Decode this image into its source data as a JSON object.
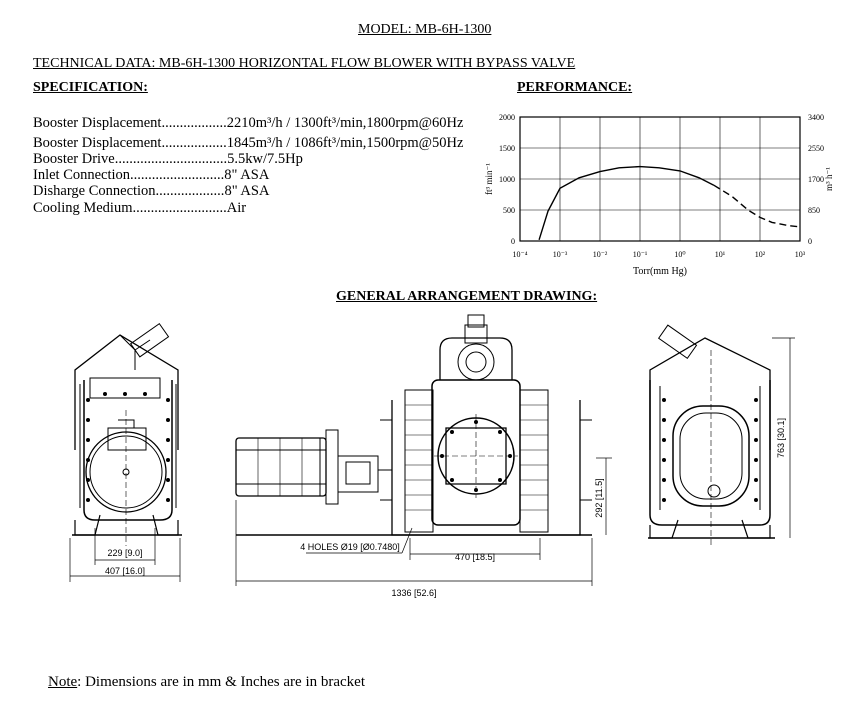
{
  "model_title": "MODEL: MB-6H-1300",
  "tech_title": "TECHNICAL DATA: MB-6H-1300 HORIZONTAL FLOW BLOWER WITH BYPASS VALVE",
  "spec_heading": "SPECIFICATION:",
  "perf_heading": "PERFORMANCE:",
  "ga_heading": "GENERAL ARRANGEMENT DRAWING:",
  "specs": [
    {
      "label": "Booster Displacement..................",
      "value": "2210m³/h / 1300ft³/min,1800rpm@60Hz"
    },
    {
      "label": "Booster Displacement..................",
      "value": "1845m³/h / 1086ft³/min,1500rpm@50Hz"
    },
    {
      "label": "Booster Drive...............................",
      "value": "5.5kw/7.5Hp"
    },
    {
      "label": "Inlet Connection..........................",
      "value": "8\" ASA"
    },
    {
      "label": "Disharge Connection...................",
      "value": "8\" ASA"
    },
    {
      "label": "Cooling Medium..........................",
      "value": "Air"
    }
  ],
  "dimensions": {
    "d229": "229 [9.0]",
    "d407": "407 [16.0]",
    "holes": "4 HOLES Ø19 [Ø0.7480]",
    "d470": "470 [18.5]",
    "d1336": "1336 [52.6]",
    "d292": "292 [11.5]",
    "d763": "763 [30.1]"
  },
  "note_prefix": "Note",
  "note_text": ": Dimensions are in mm & Inches are in bracket",
  "chart_data": {
    "type": "line",
    "xlabel": "Torr(mm Hg)",
    "ylabel": "ft³ min⁻¹",
    "ylabel_right": "m³ h⁻¹",
    "x_scale": "log",
    "xlim": [
      0.0001,
      1000
    ],
    "ylim": [
      0,
      2000
    ],
    "ylim_right": [
      0,
      3400
    ],
    "x_ticks": [
      "10⁻⁴",
      "10⁻³",
      "10⁻²",
      "10⁻¹",
      "10⁰",
      "10¹",
      "10²",
      "10³"
    ],
    "y_ticks": [
      "0",
      "500",
      "1000",
      "1500",
      "2000"
    ],
    "y_ticks_right": [
      "0",
      "850",
      "1700",
      "2550",
      "3400"
    ],
    "grid": true,
    "series": [
      {
        "style": "solid",
        "x": [
          0.0003,
          0.0005,
          0.001,
          0.003,
          0.01,
          0.03,
          0.1,
          0.3,
          1,
          3,
          7
        ],
        "y": [
          20,
          480,
          850,
          1020,
          1120,
          1180,
          1200,
          1180,
          1130,
          1020,
          900
        ]
      },
      {
        "style": "dashed",
        "x": [
          7,
          20,
          50,
          100,
          200,
          500,
          900
        ],
        "y": [
          900,
          720,
          500,
          380,
          300,
          250,
          230
        ]
      }
    ]
  }
}
